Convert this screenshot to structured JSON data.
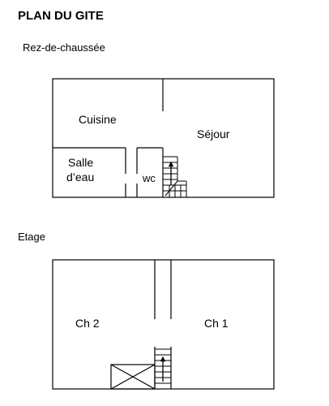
{
  "title": "PLAN DU GITE",
  "ground_floor": {
    "heading": "Rez-de-chaussée",
    "rooms": {
      "cuisine": "Cuisine",
      "sejour": "Séjour",
      "salle_eau_line1": "Salle",
      "salle_eau_line2": "d’eau",
      "wc": "wc"
    }
  },
  "upper_floor": {
    "heading": "Etage",
    "rooms": {
      "ch2": "Ch 2",
      "ch1": "Ch 1"
    }
  }
}
